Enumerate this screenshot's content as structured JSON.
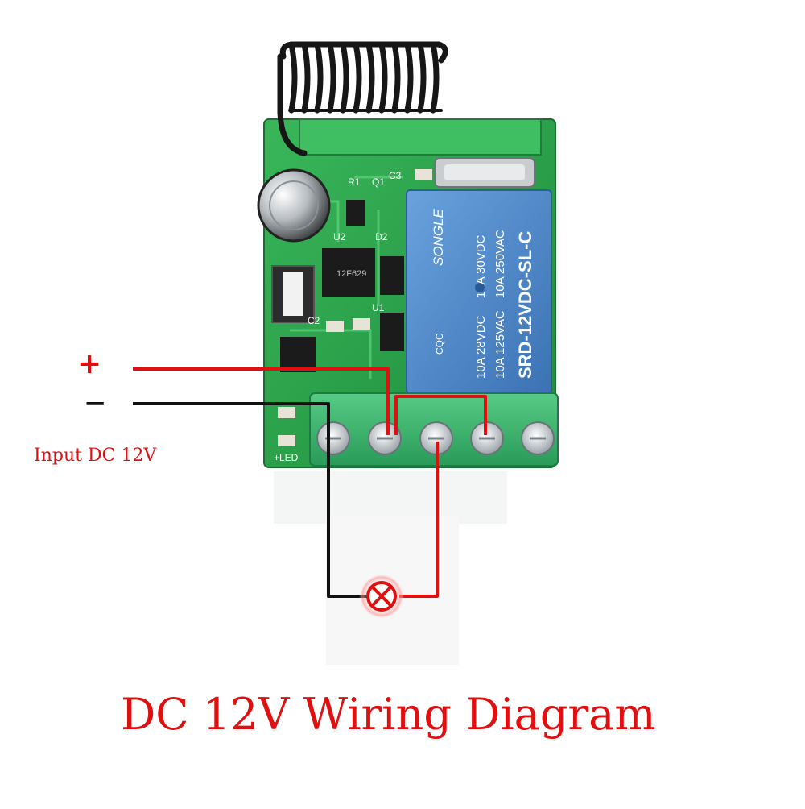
{
  "diagram": {
    "title": "DC 12V Wiring Diagram",
    "input_label": "Input DC 12V",
    "plus_sign": "+",
    "minus_sign": "−"
  },
  "module": {
    "pcb_labels": {
      "r1": "R1",
      "q1": "Q1",
      "c3": "C3",
      "u2": "U2",
      "d2": "D2",
      "c2": "C2",
      "u1": "U1",
      "led": "+LED",
      "chip": "12F629"
    },
    "relay": {
      "brand": "SONGLE",
      "model": "SRD-12VDC-SL-C",
      "ratings": [
        "10A 250VAC",
        "10A 125VAC",
        "10A 30VDC",
        "10A 28VDC"
      ],
      "mark": "CQC"
    }
  },
  "colors": {
    "red": "#e01010",
    "black": "#111111",
    "pcb": "#2aa34a",
    "pcb_dark": "#1f7f37",
    "relay": "#4a86c8",
    "terminal": "#33b36a",
    "text_red": "#e01010"
  }
}
